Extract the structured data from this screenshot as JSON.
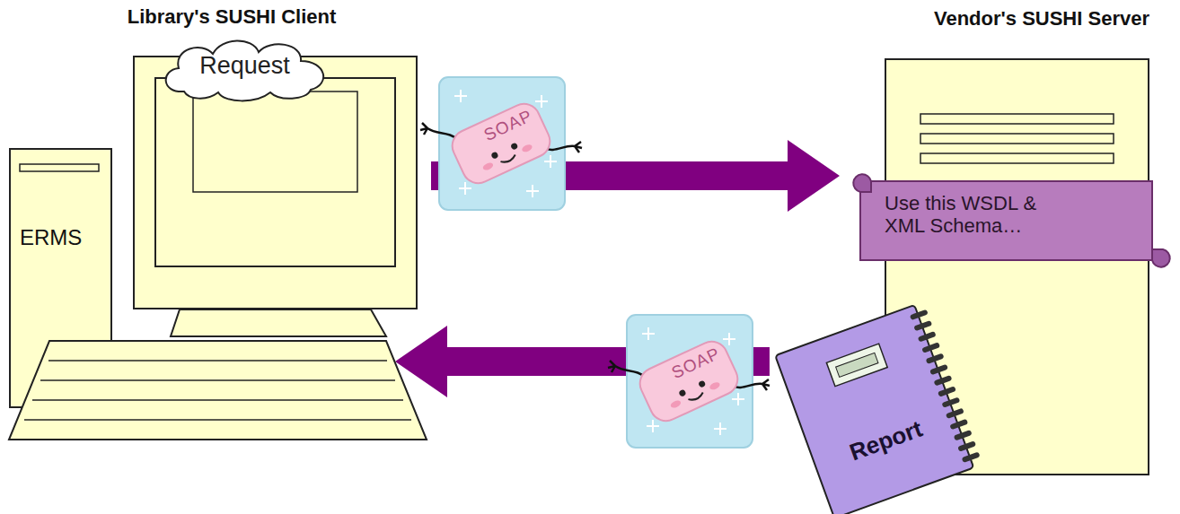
{
  "diagram": {
    "nodes": [
      {
        "text": [
          "ERMS"
        ]
      },
      {
        "text": [
          "Library's SUSHI Client"
        ]
      },
      {
        "text": [
          "Request"
        ],
        "in": 1
      },
      {
        "text": [
          "Vendor's SUSHI Server"
        ]
      },
      {
        "text": [
          "Use this WSDL & XML Schema…"
        ]
      },
      {
        "text": [
          "Report"
        ]
      }
    ],
    "edges": [
      {
        "from": 1,
        "to": 3,
        "arrow": "to",
        "label": "SOAP"
      },
      {
        "from": 5,
        "to": 1,
        "arrow": "to",
        "label": "SOAP"
      },
      {
        "from": 4,
        "to": 5,
        "arrow": "to"
      }
    ]
  }
}
